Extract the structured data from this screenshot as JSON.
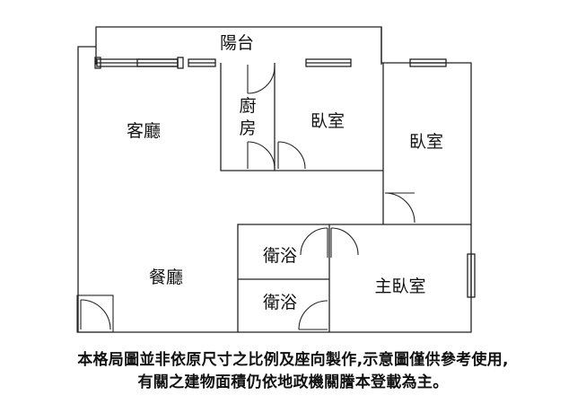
{
  "rooms": {
    "balcony": "陽台",
    "living_room": "客廳",
    "kitchen": "廚房",
    "bedroom_middle": "臥室",
    "bedroom_right": "臥室",
    "dining_room": "餐廳",
    "bathroom_upper": "衛浴",
    "bathroom_lower": "衛浴",
    "master_bedroom": "主臥室"
  },
  "disclaimer": {
    "line1": "本格局圖並非依原尺寸之比例及座向製作,示意圖僅供參考使用,",
    "line2": "有關之建物面積仍依地政機關謄本登載為主。"
  },
  "colors": {
    "wall": "#222222",
    "background": "#ffffff"
  }
}
